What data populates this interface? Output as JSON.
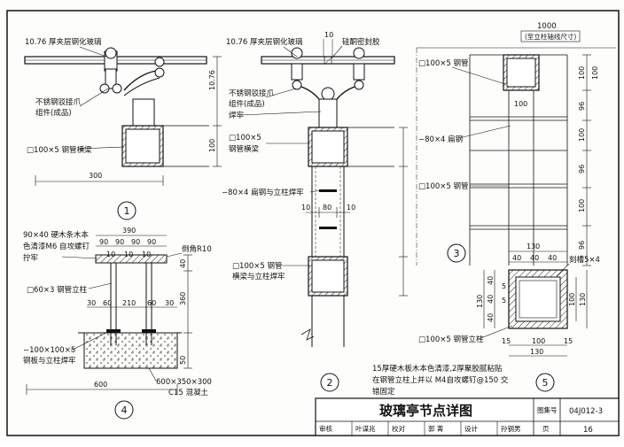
{
  "title_block": {
    "title": "玻璃亭节点详图",
    "atlas_label": "图集号",
    "atlas_no": "04J012-3",
    "page_label": "页",
    "page_no": "16",
    "row": [
      "审核",
      "叶谋兆",
      "校对",
      "郭 菁",
      "设计",
      "孙钢男"
    ]
  },
  "detail_1": {
    "marker": "1",
    "glass_label": "10.76 厚夹层钢化玻璃",
    "bracket_label": [
      "不锈钢驳接爪",
      "组件(成品)"
    ],
    "beam_label": "□100×5 钢管横梁",
    "dims": {
      "v1": "10.76",
      "v2": "100",
      "w": "300"
    }
  },
  "detail_2": {
    "marker": "2",
    "glass_label": "10.76 厚夹层钢化玻璃",
    "seal_label": "硅酮密封胶",
    "gap": "10",
    "bracket_label": [
      "不锈钢驳接爪",
      "组件(成品)"
    ],
    "weld_label": "焊牢",
    "beam_label": [
      "□100×5",
      "钢管横梁"
    ],
    "flat_label": "−80×4 扁钢与立柱焊牢",
    "dims": {
      "a": "10",
      "b": "80",
      "c": "10"
    },
    "post_label": [
      "□100×5 钢管",
      "横梁与立柱焊牢"
    ]
  },
  "detail_3": {
    "marker": "3",
    "axis_label": "1000",
    "axis_note": "(至立柱轴线尺寸)",
    "tube_label": "□100×5 钢管",
    "flat_label": "−80×4 扁钢",
    "beam_label": "□100×5 钢管",
    "inner_dim": "100",
    "right_dims": [
      "100",
      "96",
      "100",
      "96",
      "100",
      "96",
      "100"
    ]
  },
  "detail_4": {
    "marker": "4",
    "wood_label": [
      "90×40 硬木条木本",
      "色清漆M6 自攻螺钉",
      "拧牢"
    ],
    "chamfer": "倒角R10",
    "post_label": "□60×3 钢管立柱",
    "plate_label": [
      "−100×100×5",
      "钢板与立柱焊牢"
    ],
    "base_label": [
      "600×350×300",
      "C15 混凝土"
    ],
    "top_dims": {
      "w": "390",
      "a": "90",
      "b": "90",
      "c": "90",
      "d": "90",
      "e": "10",
      "f": "10",
      "g": "10"
    },
    "mid_dims": [
      "30",
      "60",
      "210",
      "60",
      "30"
    ],
    "right_dims": [
      "40",
      "360",
      "50"
    ],
    "bottom_dim": "600"
  },
  "detail_5": {
    "marker": "5",
    "top_dim": "130",
    "sub_dims": [
      "40",
      "40",
      "40"
    ],
    "groove": "刻槽5×4",
    "left_dims": [
      "40",
      "40",
      "40",
      "130"
    ],
    "small": "5",
    "right_dims": [
      "100",
      "130"
    ],
    "bottom_dims": [
      "15",
      "100",
      "15",
      "130"
    ],
    "post_label": "□100×5 钢管立柱",
    "note": [
      "15厚硬木板木本色清漆,2厚聚胶腻粘贴",
      "在钢管立柱上并以 M4自攻螺钉@150 交",
      "错固定"
    ]
  }
}
